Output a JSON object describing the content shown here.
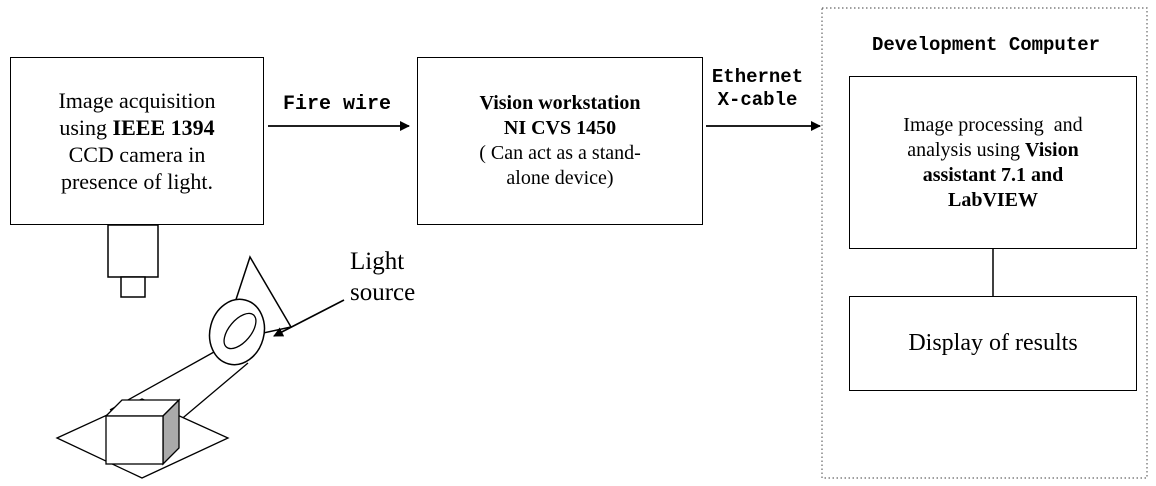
{
  "acquisition_box": {
    "line1": "Image acquisition",
    "line2_pre": "using ",
    "line2_bold": "IEEE 1394",
    "line3": "CCD camera in",
    "line4": "presence of light."
  },
  "link1": {
    "label": "Fire wire"
  },
  "vision_box": {
    "line1": "Vision workstation",
    "line2": "NI CVS 1450",
    "line3": "( Can act as a stand-",
    "line4": "alone device)"
  },
  "link2": {
    "line1": "Ethernet",
    "line2": "X-cable"
  },
  "dev_computer": {
    "title": "Development Computer",
    "processing_box": {
      "line1": "Image processing  and",
      "line2_pre": "analysis using ",
      "line2_bold": "Vision",
      "line3": "assistant 7.1 and",
      "line4": "LabVIEW"
    },
    "results_box": {
      "label": "Display of results"
    }
  },
  "light_label": {
    "line1": "Light",
    "line2": "source"
  }
}
